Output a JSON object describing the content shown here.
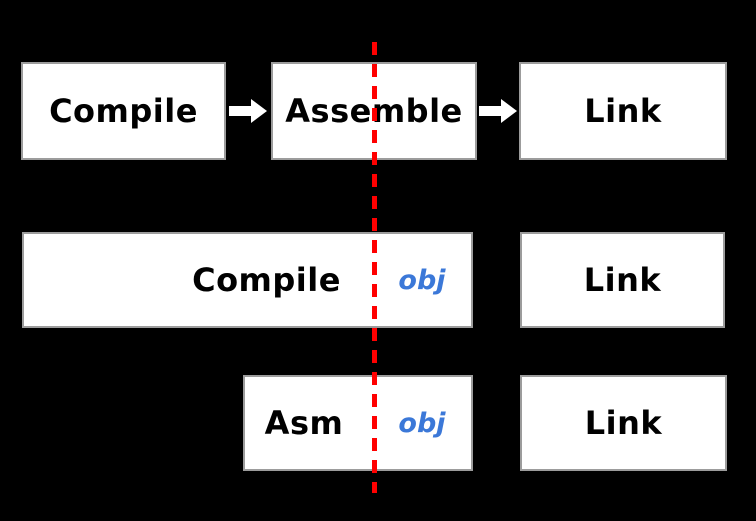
{
  "diagram": {
    "kind": "compilation-pipeline",
    "colors": {
      "background": "#000000",
      "box_fill": "#ffffff",
      "box_border": "#9c9c9c",
      "stage_text": "#000000",
      "obj_text": "#3b78d8",
      "divider": "#ff0000",
      "arrow_fill": "#ffffff"
    },
    "top_row": {
      "compile_label": "Compile",
      "assemble_label": "Assemble",
      "link_label": "Link"
    },
    "middle_row": {
      "compile_label": "Compile",
      "obj_label": "obj",
      "link_label": "Link"
    },
    "bottom_row": {
      "asm_label": "Asm",
      "obj_label": "obj",
      "link_label": "Link"
    }
  }
}
